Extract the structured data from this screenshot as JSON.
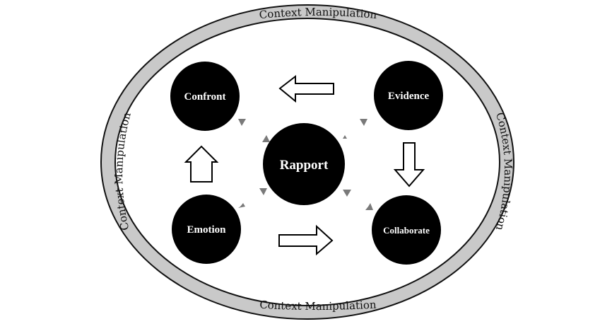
{
  "diagram": {
    "ring_label_top": "Context Manipulation",
    "ring_label_bottom": "Context Manipulation",
    "ring_label_left": "Context Manipulation",
    "ring_label_right": "Context Manipulation",
    "center": "Rapport",
    "nodes": {
      "confront": "Confront",
      "evidence": "Evidence",
      "emotion": "Emotion",
      "collaborate": "Collaborate"
    }
  },
  "colors": {
    "ring": "#c9c9c9",
    "node": "#000000",
    "connector": "#7a7a7a",
    "flow_arrow": "#ffffff"
  }
}
